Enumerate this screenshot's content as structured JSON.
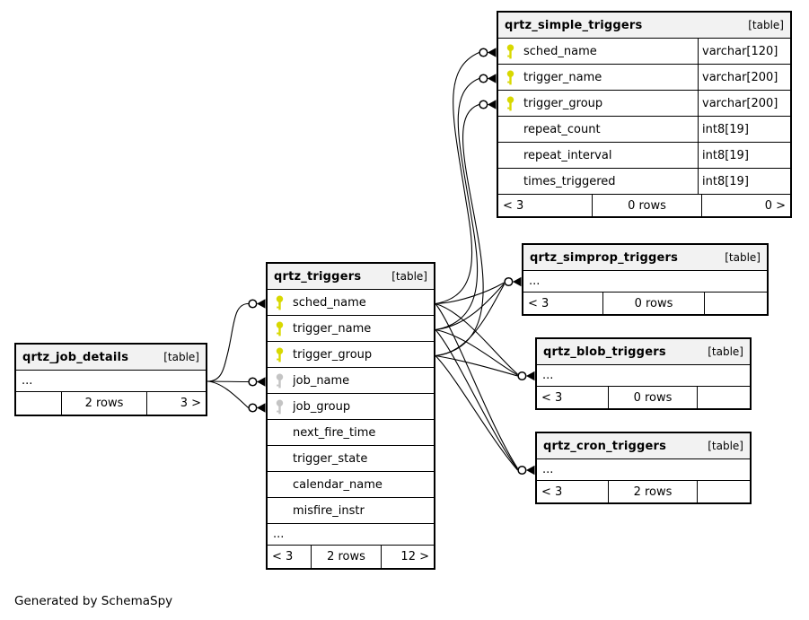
{
  "diagram": {
    "generated_note": "Generated by SchemaSpy",
    "colors": {
      "primary_key": "#d8d800",
      "foreign_key": "#c4c4c4",
      "header_bg": "#f2f2f2",
      "edge": "#000000"
    },
    "tables": [
      {
        "title": "qrtz_simple_triggers",
        "tag": "[table]",
        "columns": [
          {
            "name": "sched_name",
            "type": "varchar[120]",
            "key": "pk"
          },
          {
            "name": "trigger_name",
            "type": "varchar[200]",
            "key": "pk"
          },
          {
            "name": "trigger_group",
            "type": "varchar[200]",
            "key": "pk"
          },
          {
            "name": "repeat_count",
            "type": "int8[19]",
            "key": "none"
          },
          {
            "name": "repeat_interval",
            "type": "int8[19]",
            "key": "none"
          },
          {
            "name": "times_triggered",
            "type": "int8[19]",
            "key": "none"
          }
        ],
        "footer": {
          "left": "< 3",
          "center": "0 rows",
          "right": "0 >"
        }
      },
      {
        "title": "qrtz_triggers",
        "tag": "[table]",
        "columns": [
          {
            "name": "sched_name",
            "key": "pk"
          },
          {
            "name": "trigger_name",
            "key": "pk"
          },
          {
            "name": "trigger_group",
            "key": "pk"
          },
          {
            "name": "job_name",
            "key": "fk"
          },
          {
            "name": "job_group",
            "key": "fk"
          },
          {
            "name": "next_fire_time",
            "key": "none"
          },
          {
            "name": "trigger_state",
            "key": "none"
          },
          {
            "name": "calendar_name",
            "key": "none"
          },
          {
            "name": "misfire_instr",
            "key": "none"
          }
        ],
        "ellipsis": "...",
        "footer": {
          "left": "< 3",
          "center": "2 rows",
          "right": "12 >"
        }
      },
      {
        "title": "qrtz_job_details",
        "tag": "[table]",
        "ellipsis": "...",
        "footer": {
          "left": "",
          "center": "2 rows",
          "right": "3 >"
        }
      },
      {
        "title": "qrtz_simprop_triggers",
        "tag": "[table]",
        "ellipsis": "...",
        "footer": {
          "left": "< 3",
          "center": "0 rows",
          "right": ""
        }
      },
      {
        "title": "qrtz_blob_triggers",
        "tag": "[table]",
        "ellipsis": "...",
        "footer": {
          "left": "< 3",
          "center": "0 rows",
          "right": ""
        }
      },
      {
        "title": "qrtz_cron_triggers",
        "tag": "[table]",
        "ellipsis": "...",
        "footer": {
          "left": "< 3",
          "center": "2 rows",
          "right": ""
        }
      }
    ],
    "relationships": [
      {
        "parent": "qrtz_triggers.sched_name",
        "child": "qrtz_simple_triggers.sched_name"
      },
      {
        "parent": "qrtz_triggers.trigger_name",
        "child": "qrtz_simple_triggers.trigger_name"
      },
      {
        "parent": "qrtz_triggers.trigger_group",
        "child": "qrtz_simple_triggers.trigger_group"
      },
      {
        "parent": "qrtz_triggers.sched_name",
        "child": "qrtz_simprop_triggers.…"
      },
      {
        "parent": "qrtz_triggers.trigger_name",
        "child": "qrtz_simprop_triggers.…"
      },
      {
        "parent": "qrtz_triggers.trigger_group",
        "child": "qrtz_simprop_triggers.…"
      },
      {
        "parent": "qrtz_triggers.sched_name",
        "child": "qrtz_blob_triggers.…"
      },
      {
        "parent": "qrtz_triggers.trigger_name",
        "child": "qrtz_blob_triggers.…"
      },
      {
        "parent": "qrtz_triggers.trigger_group",
        "child": "qrtz_blob_triggers.…"
      },
      {
        "parent": "qrtz_triggers.sched_name",
        "child": "qrtz_cron_triggers.…"
      },
      {
        "parent": "qrtz_triggers.trigger_name",
        "child": "qrtz_cron_triggers.…"
      },
      {
        "parent": "qrtz_triggers.trigger_group",
        "child": "qrtz_cron_triggers.…"
      },
      {
        "parent": "qrtz_job_details.…",
        "child": "qrtz_triggers.sched_name"
      },
      {
        "parent": "qrtz_job_details.…",
        "child": "qrtz_triggers.job_name"
      },
      {
        "parent": "qrtz_job_details.…",
        "child": "qrtz_triggers.job_group"
      }
    ]
  }
}
